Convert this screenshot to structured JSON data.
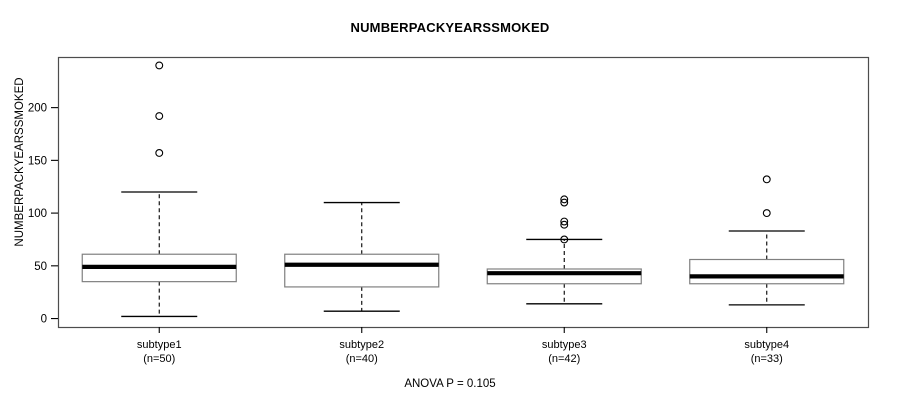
{
  "chart_data": {
    "type": "box",
    "title": "NUMBERPACKYEARSSMOKED",
    "xlabel": "",
    "ylabel": "NUMBERPACKYEARSSMOKED",
    "subtitle": "ANOVA P = 0.105",
    "ylim": [
      -8,
      248
    ],
    "yticks": [
      0,
      50,
      100,
      150,
      200
    ],
    "ytick_labels": [
      "0",
      "50",
      "100",
      "150",
      "200"
    ],
    "grid": false,
    "legend": "none",
    "categories": [
      "subtype1",
      "subtype2",
      "subtype3",
      "subtype4"
    ],
    "category_counts": [
      "(n=50)",
      "(n=40)",
      "(n=42)",
      "(n=33)"
    ],
    "boxes": [
      {
        "name": "subtype1",
        "n": 50,
        "whisker_low": 2,
        "q1": 35,
        "median": 49,
        "q3": 61,
        "whisker_high": 120,
        "outliers": [
          240,
          192,
          157
        ]
      },
      {
        "name": "subtype2",
        "n": 40,
        "whisker_low": 7,
        "q1": 30,
        "median": 51,
        "q3": 61,
        "whisker_high": 110,
        "outliers": []
      },
      {
        "name": "subtype3",
        "n": 42,
        "whisker_low": 14,
        "q1": 33,
        "median": 43,
        "q3": 47,
        "whisker_high": 75,
        "outliers": [
          113,
          110,
          92,
          89,
          75
        ]
      },
      {
        "name": "subtype4",
        "n": 33,
        "whisker_low": 13,
        "q1": 33,
        "median": 40,
        "q3": 56,
        "whisker_high": 83,
        "outliers": [
          132,
          100
        ]
      }
    ]
  },
  "colors": {
    "frame": "#4d4d4d",
    "box_stroke": "#808080",
    "line": "#000000",
    "background": "#ffffff"
  }
}
